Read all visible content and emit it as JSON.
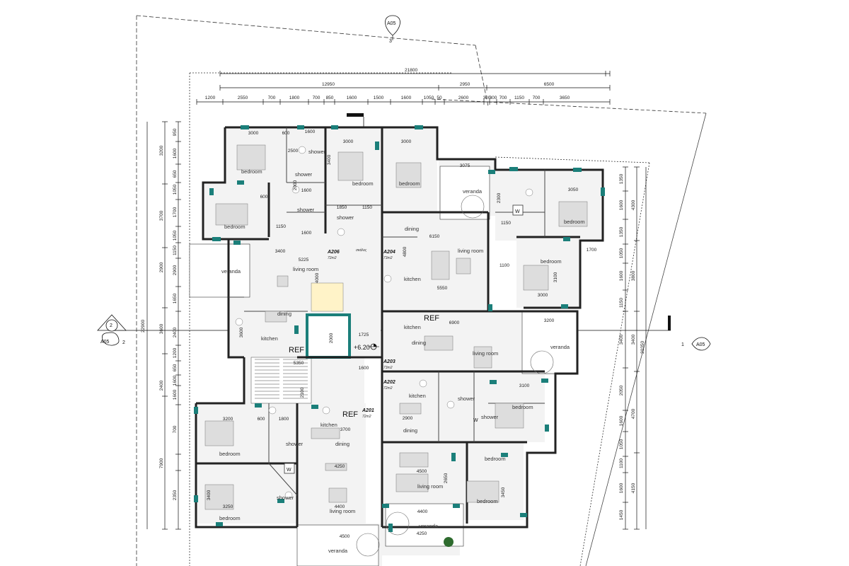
{
  "section_markers": {
    "top": {
      "ref": "A05",
      "num": "3"
    },
    "left": {
      "ref": "A05",
      "num": "2"
    },
    "right": {
      "ref": "A05",
      "num": "1"
    }
  },
  "dims_top": {
    "overall": "21800",
    "row2": [
      "12950",
      "2950",
      "6500"
    ],
    "row3": [
      "1200",
      "2550",
      "700",
      "1800",
      "700",
      "850",
      "1600",
      "1500",
      "1600",
      "1050",
      "50",
      "2600",
      "300",
      "300",
      "700",
      "1150",
      "700",
      "3650"
    ]
  },
  "dims_left": {
    "overall": "22900",
    "outer": [
      "3200",
      "3700",
      "2900",
      "3600",
      "2400",
      "7900"
    ],
    "inner": [
      "950",
      "1600",
      "650",
      "1050",
      "1700",
      "1050",
      "1150",
      "2900",
      "1650",
      "2400",
      "1200",
      "650",
      "1600",
      "1600",
      "700",
      "2350"
    ]
  },
  "dims_right": {
    "overall": "20350",
    "outer": [
      "4300",
      "3800",
      "3400",
      "4700",
      "4150"
    ],
    "inner": [
      "1350",
      "1600",
      "1350",
      "1050",
      "1600",
      "1150",
      "3400",
      "2050",
      "1600",
      "1050",
      "1100",
      "1600",
      "1450"
    ]
  },
  "units": [
    {
      "id": "A206",
      "area": "72m2"
    },
    {
      "id": "A204",
      "area": "73m2"
    },
    {
      "id": "A203",
      "area": "73m2"
    },
    {
      "id": "A202",
      "area": "72m2"
    },
    {
      "id": "A201",
      "area": "72m2"
    }
  ],
  "rooms": {
    "bedroom": "bedroom",
    "shower": "shower",
    "living_room": "living room",
    "kitchen": "kitchen",
    "dining": "dining",
    "veranda": "veranda",
    "stair": "σκάλες"
  },
  "labels": {
    "ref": "REF",
    "w": "W",
    "level": "+6.20"
  },
  "interior_dims": [
    "3000",
    "600",
    "1600",
    "2000",
    "3000",
    "3000",
    "3400",
    "2500",
    "1850",
    "1150",
    "1600",
    "1600",
    "1150",
    "600",
    "3075",
    "2300",
    "3050",
    "1150",
    "3400",
    "5225",
    "4000",
    "6150",
    "4800",
    "5550",
    "1100",
    "3000",
    "3100",
    "1700",
    "6900",
    "3200",
    "1725",
    "2000",
    "3600",
    "5350",
    "1600",
    "3100",
    "2900",
    "3200",
    "1800",
    "3700",
    "2100",
    "4250",
    "4500",
    "3250",
    "4400",
    "4400",
    "4250",
    "3450",
    "4500",
    "2650",
    "3400",
    "600"
  ]
}
